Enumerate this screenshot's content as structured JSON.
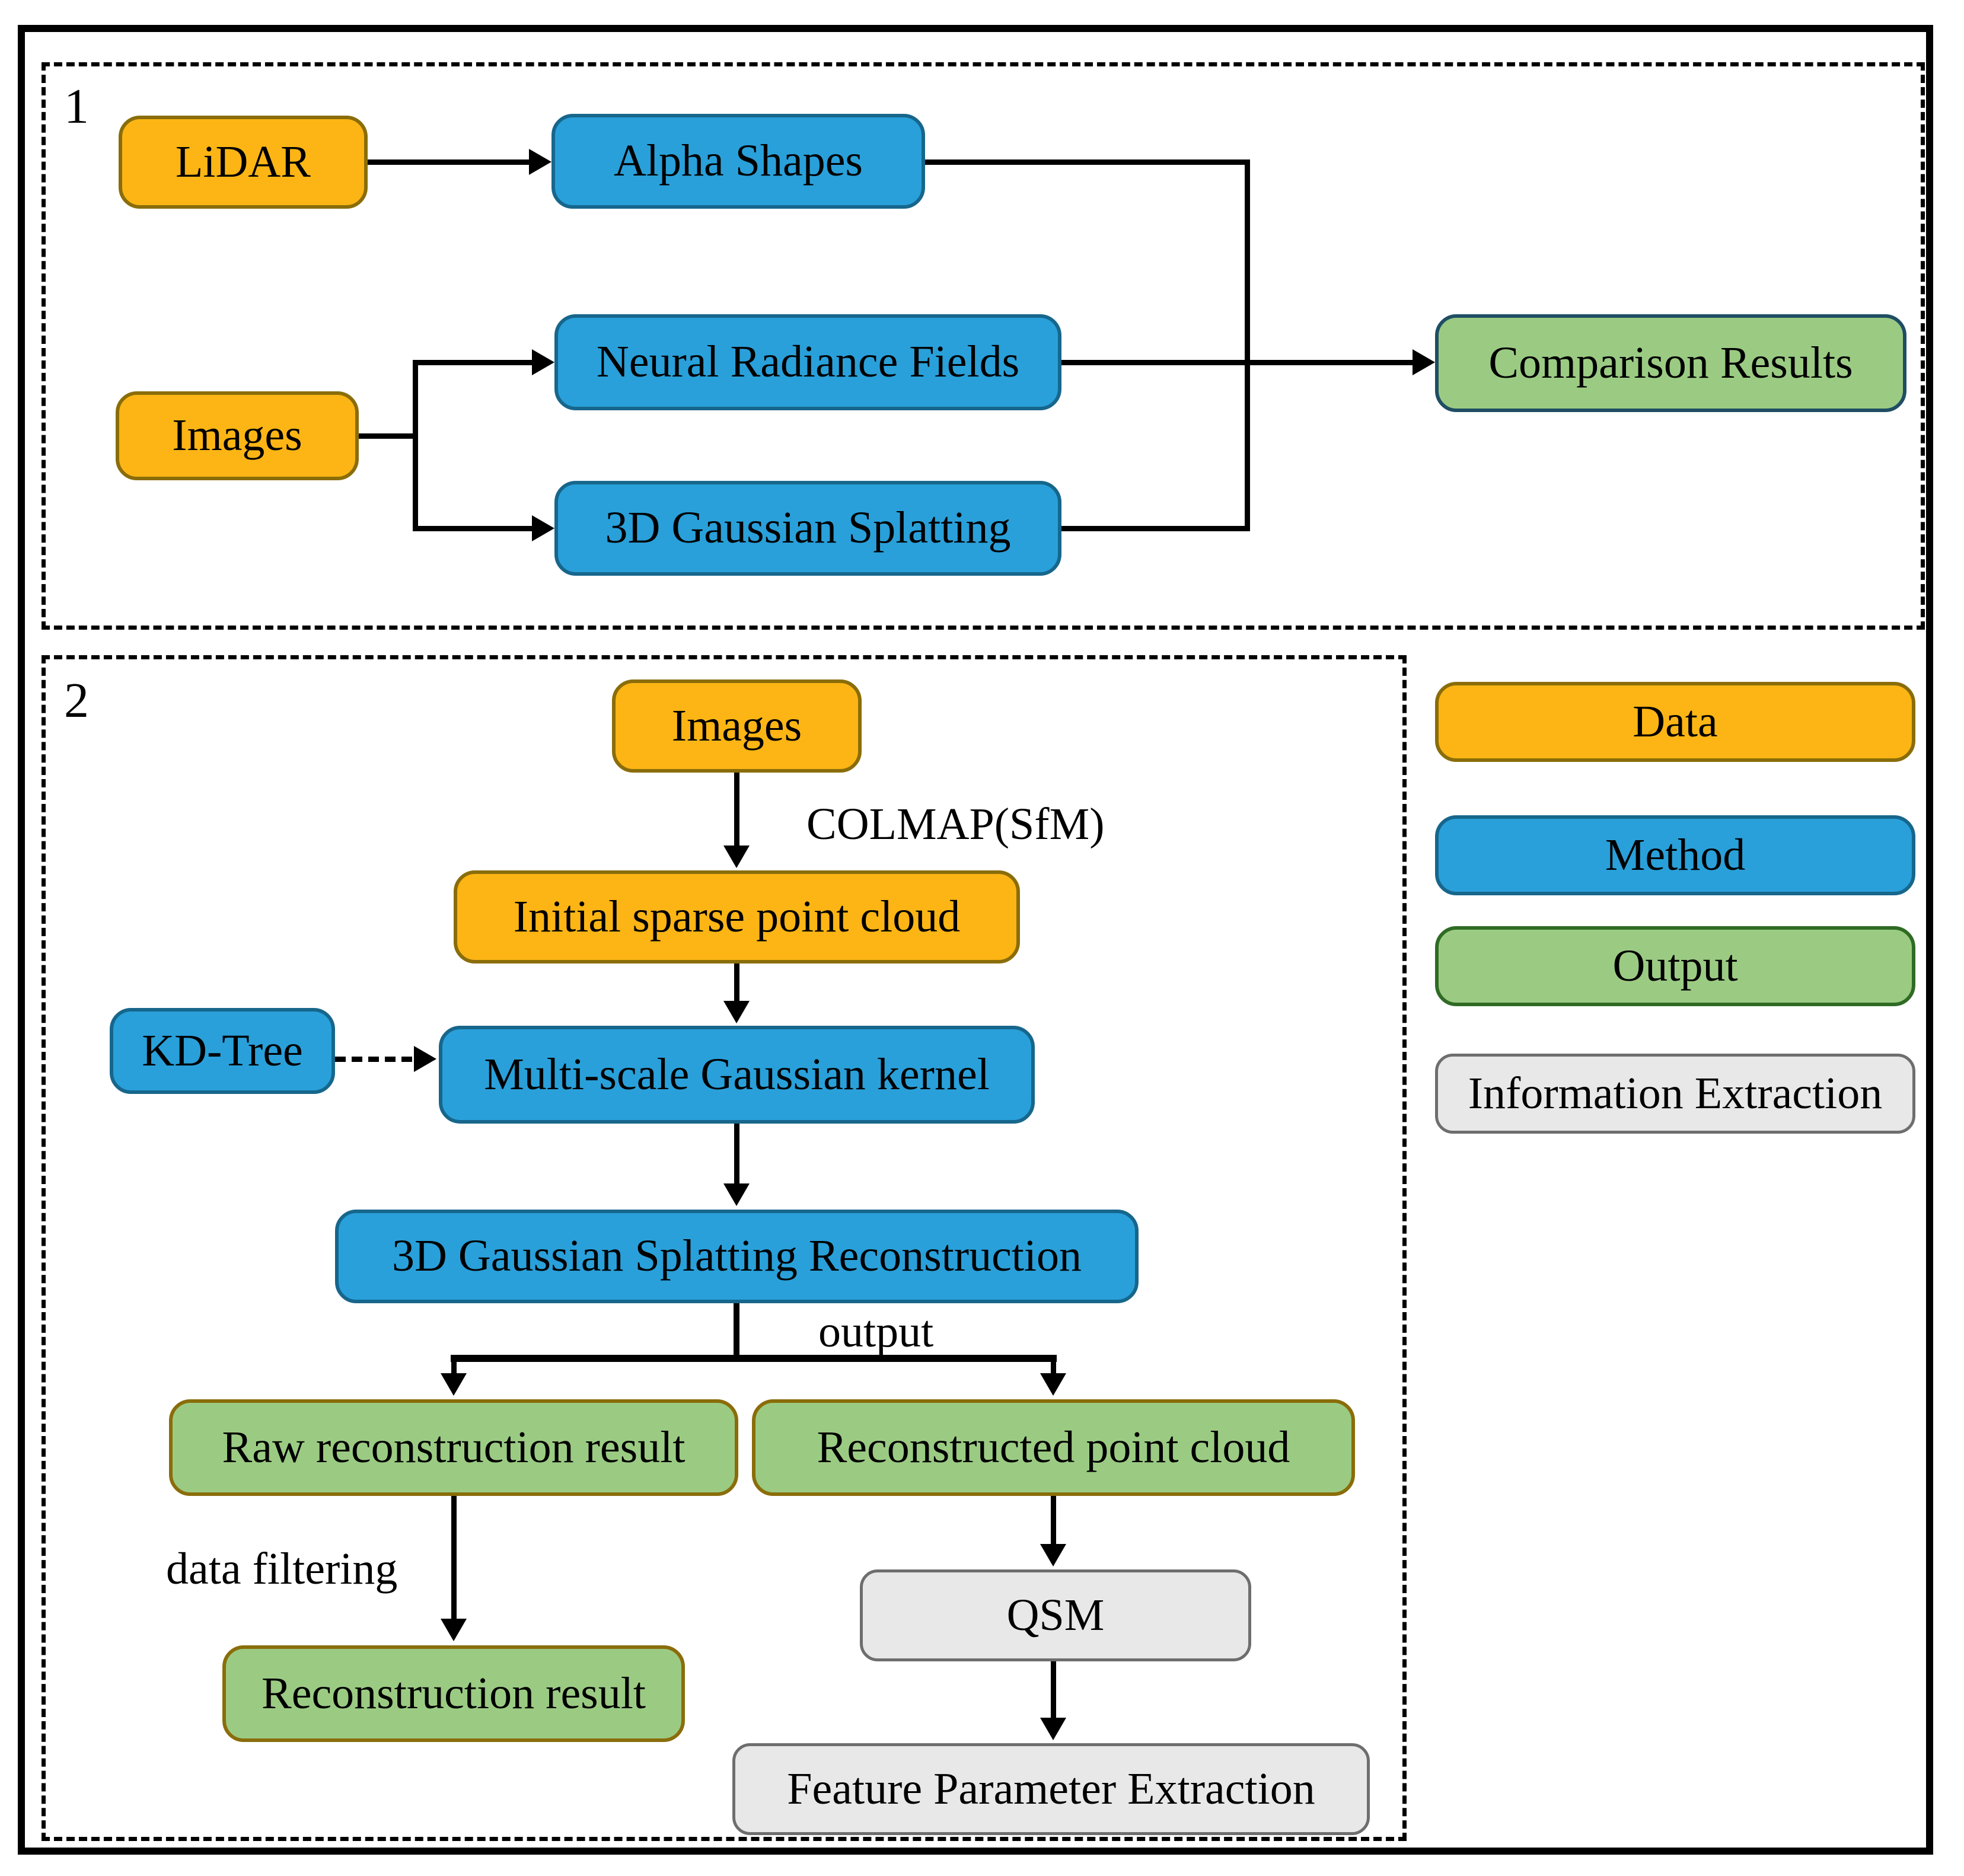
{
  "diagram": {
    "section1": {
      "number": "1",
      "nodes": {
        "lidar": "LiDAR",
        "alpha_shapes": "Alpha Shapes",
        "neural_radiance_fields": "Neural Radiance Fields",
        "images": "Images",
        "gaussian_splatting": "3D Gaussian Splatting",
        "comparison_results": "Comparison Results"
      }
    },
    "section2": {
      "number": "2",
      "nodes": {
        "images": "Images",
        "initial_sparse_point_cloud": "Initial sparse point cloud",
        "kd_tree": "KD-Tree",
        "multi_scale_gaussian_kernel": "Multi-scale Gaussian kernel",
        "gs_reconstruction": "3D Gaussian Splatting Reconstruction",
        "raw_reconstruction_result": "Raw reconstruction result",
        "reconstructed_point_cloud": "Reconstructed point cloud",
        "reconstruction_result": "Reconstruction result",
        "qsm": "QSM",
        "feature_parameter_extraction": "Feature Parameter Extraction"
      },
      "edge_labels": {
        "colmap": "COLMAP(SfM)",
        "output": "output",
        "data_filtering": "data filtering"
      }
    },
    "legend": {
      "items": [
        {
          "label": "Data",
          "type": "data"
        },
        {
          "label": "Method",
          "type": "method"
        },
        {
          "label": "Output",
          "type": "output"
        },
        {
          "label": "Information Extraction",
          "type": "information-extraction"
        }
      ]
    },
    "colors": {
      "data_fill": "#FCB514",
      "data_border": "#8A6D0A",
      "method_fill": "#29A0DA",
      "method_border": "#17668C",
      "output_fill": "#9BCB83",
      "output_border_navy": "#1F4E63",
      "output_border_olive": "#8A6D0A",
      "output_border_green": "#2F6B24",
      "extraction_fill": "#E8E8E8",
      "extraction_border": "#6E6E6E",
      "line": "#000000"
    }
  }
}
